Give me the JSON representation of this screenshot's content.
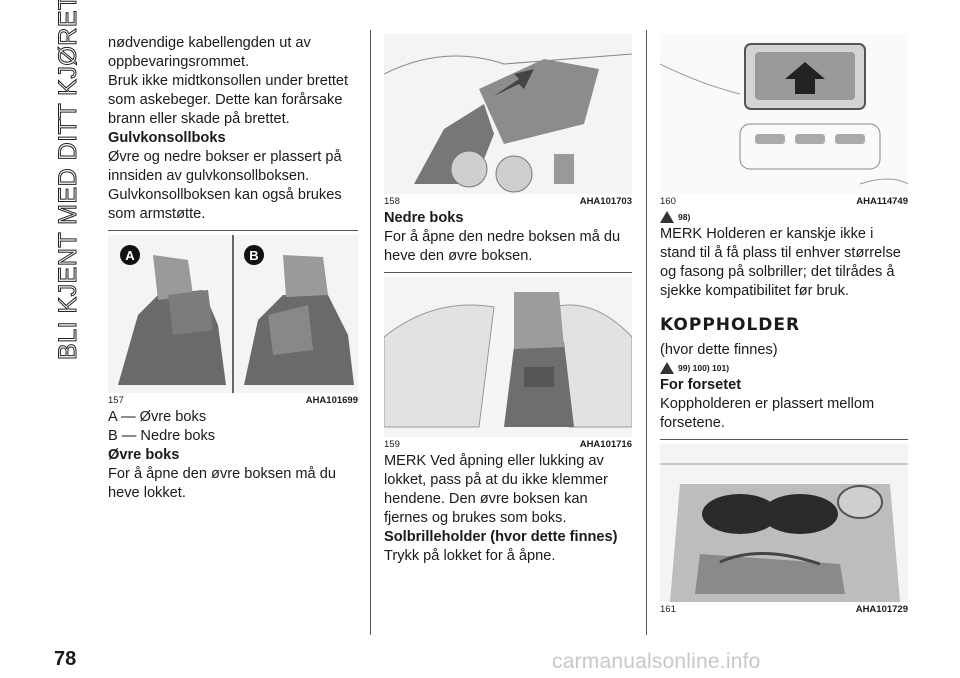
{
  "side_title": "BLI KJENT MED DITT KJØRETØY",
  "page_number": "78",
  "watermark": "carmanualsonline.info",
  "col1": {
    "p1": "nødvendige kabellengden ut av oppbevaringsrommet.",
    "p2": "Bruk ikke midtkonsollen under brettet som askebeger. Dette kan forårsake brann eller skade på brettet.",
    "h1": "Gulvkonsollboks",
    "p3": "Øvre og nedre bokser er plassert på innsiden av gulvkonsollboksen. Gulvkonsollboksen kan også brukes som armstøtte.",
    "fig": {
      "num": "157",
      "code": "AHA101699",
      "label_a": "A",
      "label_b": "B"
    },
    "p4": "A — Øvre boks",
    "p5": "B — Nedre boks",
    "h2": "Øvre boks",
    "p6": "For å åpne den øvre boksen må du heve lokket."
  },
  "col2": {
    "fig1": {
      "num": "158",
      "code": "AHA101703"
    },
    "h1": "Nedre boks",
    "p1": "For å åpne den nedre boksen må du heve den øvre boksen.",
    "fig2": {
      "num": "159",
      "code": "AHA101716"
    },
    "p2": "MERK Ved åpning eller lukking av lokket, pass på at du ikke klemmer hendene. Den øvre boksen kan fjernes og brukes som boks.",
    "h2": "Solbrilleholder (hvor dette finnes)",
    "p3": "Trykk på lokket for å åpne."
  },
  "col3": {
    "fig1": {
      "num": "160",
      "code": "AHA114749"
    },
    "warn1": "98)",
    "p1": "MERK Holderen er kanskje ikke i stand til å få plass til enhver størrelse og fasong på solbriller; det tilrådes å sjekke kompatibilitet før bruk.",
    "section": "KOPPHOLDER",
    "p2": "(hvor dette finnes)",
    "warn2": "99)  100)  101)",
    "h1": "For forsetet",
    "p3": "Koppholderen er plassert mellom forsetene.",
    "fig2": {
      "num": "161",
      "code": "AHA101729"
    }
  }
}
